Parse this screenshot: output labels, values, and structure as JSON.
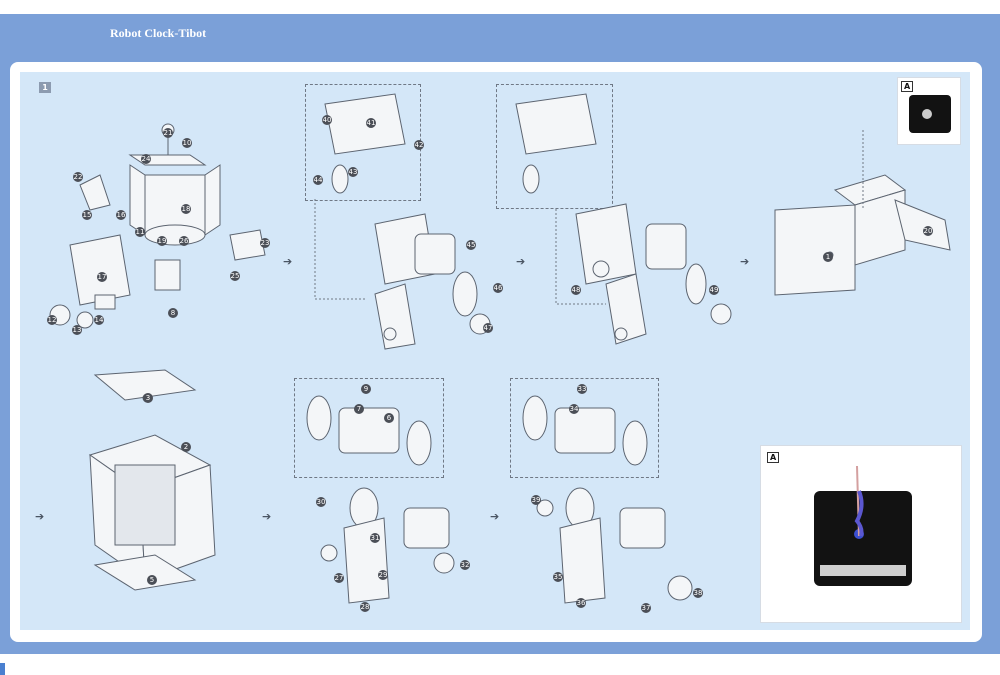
{
  "document": {
    "title": "Robot Clock-Tibot",
    "step_number": "1",
    "photo_label_top": "A",
    "photo_label_bottom": "A"
  },
  "part_numbers": [
    "21",
    "10",
    "24",
    "22",
    "15",
    "16",
    "18",
    "11",
    "19",
    "26",
    "17",
    "12",
    "13",
    "14",
    "8",
    "25",
    "23",
    "40",
    "41",
    "42",
    "43",
    "44",
    "45",
    "46",
    "47",
    "1",
    "3",
    "2",
    "5",
    "9",
    "7",
    "6",
    "27",
    "28",
    "29",
    "30",
    "31",
    "32",
    "33",
    "34",
    "35",
    "36",
    "37",
    "38",
    "39",
    "48",
    "49",
    "20"
  ],
  "icons": {
    "arrow": "right-arrow-icon"
  },
  "colors": {
    "banner": "#7ba0d8",
    "panel": "#d4e7f8",
    "sheet": "#ffffff"
  }
}
